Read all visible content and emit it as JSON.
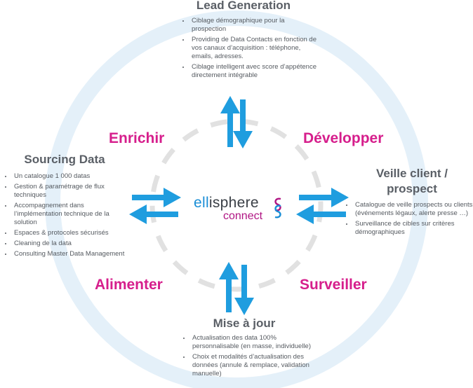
{
  "colors": {
    "accent_pink": "#d61e8c",
    "arrow_blue": "#1f9ddf",
    "ring_light_blue": "#e4f0f9",
    "dash_gray": "#e1e1e1",
    "heading_gray": "#5a5f66",
    "text_gray": "#555a60",
    "logo_blue": "#1a8ed6",
    "logo_magenta": "#b01583"
  },
  "icons": {
    "arrows": "double-arrow-icon",
    "logo_mark": "ellisphere-logo-mark-icon"
  },
  "center_logo": {
    "word_prefix": "ell",
    "word_rest": "isphere",
    "sub": "connect"
  },
  "verbs": {
    "top_left": "Enrichir",
    "top_right": "Développer",
    "bottom_left": "Alimenter",
    "bottom_right": "Surveiller"
  },
  "lead_generation": {
    "title": "Lead Generation",
    "items": [
      "Ciblage démographique pour la prospection",
      "Providing de Data Contacts en fonction de vos canaux d’acquisition : téléphone, emails, adresses.",
      "Ciblage intelligent avec score d’appétence directement intégrable"
    ]
  },
  "sourcing_data": {
    "title": "Sourcing Data",
    "items": [
      "Un catalogue 1 000 datas",
      "Gestion & paramétrage de flux techniques",
      "Accompagnement dans l’implémentation technique de la solution",
      "Espaces & protocoles sécurisés",
      "Cleaning de la data",
      "Consulting Master Data Management"
    ]
  },
  "veille_client": {
    "title_line1": "Veille client /",
    "title_line2": "prospect",
    "items": [
      "Catalogue de veille prospects ou clients (événements légaux, alerte presse …)",
      "Surveillance de cibles sur critères démographiques"
    ]
  },
  "mise_a_jour": {
    "title": "Mise à jour",
    "items": [
      "Actualisation des data 100% personnalisable (en masse, individuelle)",
      "Choix et modalités d’actualisation des données (annule & remplace, validation manuelle)"
    ]
  }
}
